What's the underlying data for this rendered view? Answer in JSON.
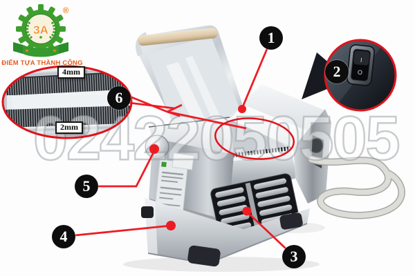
{
  "page": {
    "background": "#fdfdfd"
  },
  "logo": {
    "brand": "3A",
    "registered_mark": "®",
    "slogan": "ĐIỂM TỰA THÀNH CÔNG",
    "star": "★",
    "gear_color": "#3e9f2e",
    "accent_color": "#f58220",
    "slogan_color": "#e65c20"
  },
  "watermark": {
    "text": "02422050505"
  },
  "annotations": {
    "line_color": "#ed1c24",
    "callout_bg": "#0d0d0d",
    "callout_text_color": "#ffffff",
    "callouts": [
      {
        "number": "1",
        "target": "roller-infeed"
      },
      {
        "number": "2",
        "target": "power-switch"
      },
      {
        "number": "3",
        "target": "ventilation-grille"
      },
      {
        "number": "4",
        "target": "machine-base"
      },
      {
        "number": "5",
        "target": "thickness-knob"
      },
      {
        "number": "6",
        "target": "cutting-blades"
      }
    ]
  },
  "insets": {
    "blade_detail": {
      "top_label": "4mm",
      "bottom_label": "2mm"
    },
    "power_switch": {
      "on_symbol": "I",
      "off_symbol": "O"
    }
  }
}
